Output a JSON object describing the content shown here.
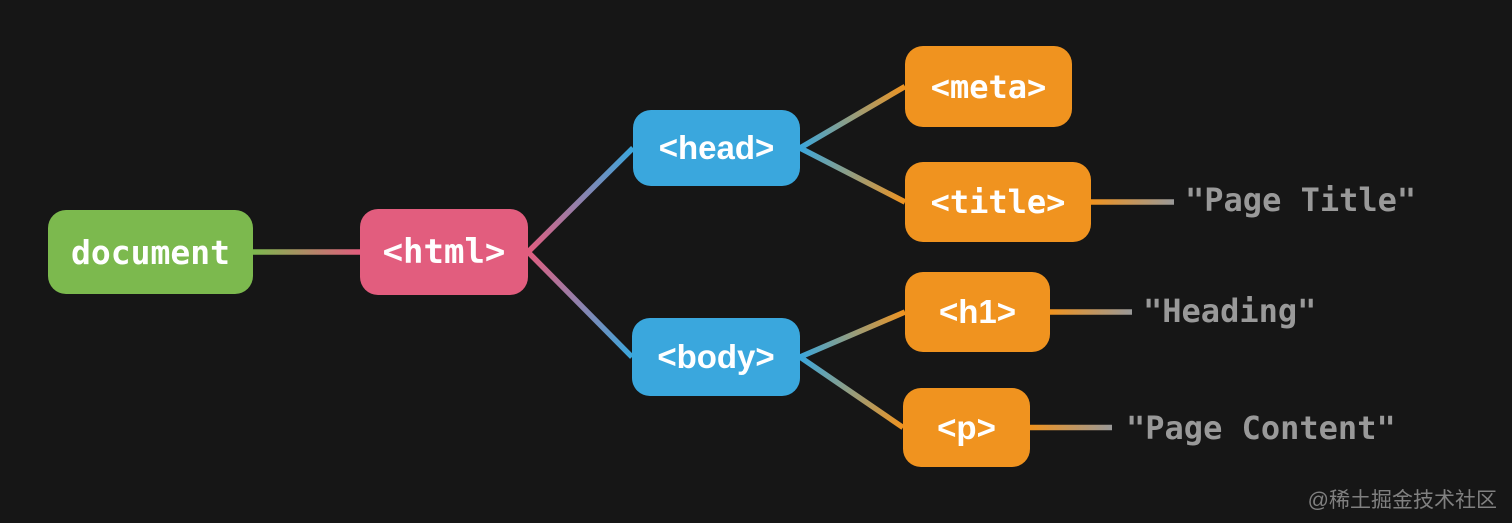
{
  "diagram": {
    "description": "DOM tree of an HTML document",
    "colors": {
      "background": "#161616",
      "document_green": "#7cb94e",
      "html_pink": "#e25d7e",
      "container_blue": "#3aa7dd",
      "element_orange": "#f0931f",
      "leaf_text_gray": "#999999",
      "node_label_white": "#ffffff",
      "watermark_gray": "#808080"
    },
    "nodes": [
      {
        "id": "document",
        "label": "document",
        "color": "document_green"
      },
      {
        "id": "html",
        "label": "<html>",
        "color": "html_pink"
      },
      {
        "id": "head",
        "label": "<head>",
        "color": "container_blue"
      },
      {
        "id": "body",
        "label": "<body>",
        "color": "container_blue"
      },
      {
        "id": "meta",
        "label": "<meta>",
        "color": "element_orange"
      },
      {
        "id": "title",
        "label": "<title>",
        "color": "element_orange"
      },
      {
        "id": "h1",
        "label": "<h1>",
        "color": "element_orange"
      },
      {
        "id": "p",
        "label": "<p>",
        "color": "element_orange"
      }
    ],
    "edges": [
      {
        "from": "document",
        "to": "html"
      },
      {
        "from": "html",
        "to": "head"
      },
      {
        "from": "html",
        "to": "body"
      },
      {
        "from": "head",
        "to": "meta"
      },
      {
        "from": "head",
        "to": "title"
      },
      {
        "from": "body",
        "to": "h1"
      },
      {
        "from": "body",
        "to": "p"
      }
    ],
    "leaves": [
      {
        "id": "page-title",
        "text": "\"Page Title\"",
        "attached_to": "title"
      },
      {
        "id": "heading",
        "text": "\"Heading\"",
        "attached_to": "h1"
      },
      {
        "id": "page-content",
        "text": "\"Page Content\"",
        "attached_to": "p"
      }
    ],
    "watermark": "@稀土掘金技术社区"
  }
}
